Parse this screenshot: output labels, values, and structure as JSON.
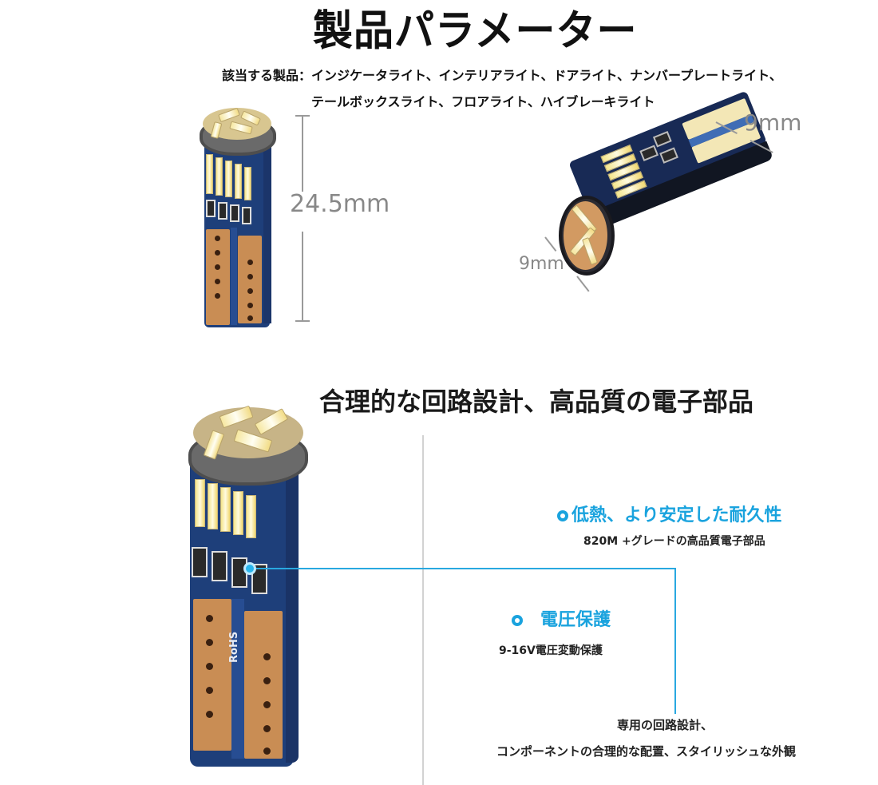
{
  "header": {
    "title": "製品パラメーター",
    "applicable_line1": "該当する製品：インジケータライト、インテリアライト、ドアライト、ナンバープレートライト、",
    "applicable_line2": "テールボックスライト、フロアライト、ハイブレーキライト"
  },
  "dimensions": {
    "height": "24.5mm",
    "width_top": "9mm",
    "width_side": "9mm"
  },
  "section2": {
    "title": "合理的な回路設計、高品質の電子部品",
    "pcb_marking": "RoHS"
  },
  "features": [
    {
      "icon": "circle-bullet-icon",
      "title": "低熱、より安定した耐久性",
      "description": "820M +グレードの高品質電子部品"
    },
    {
      "icon": "circle-bullet-icon",
      "title": "電圧保護",
      "description": "9-16V電圧変動保護"
    }
  ],
  "footer": {
    "line1": "専用の回路設計、",
    "line2": "コンポーネントの合理的な配置、スタイリッシュな外観"
  },
  "colors": {
    "accent_blue": "#1aa3de",
    "pcb_blue": "#1e3f7a",
    "copper": "#c98d54",
    "dimension_gray": "#888888"
  }
}
